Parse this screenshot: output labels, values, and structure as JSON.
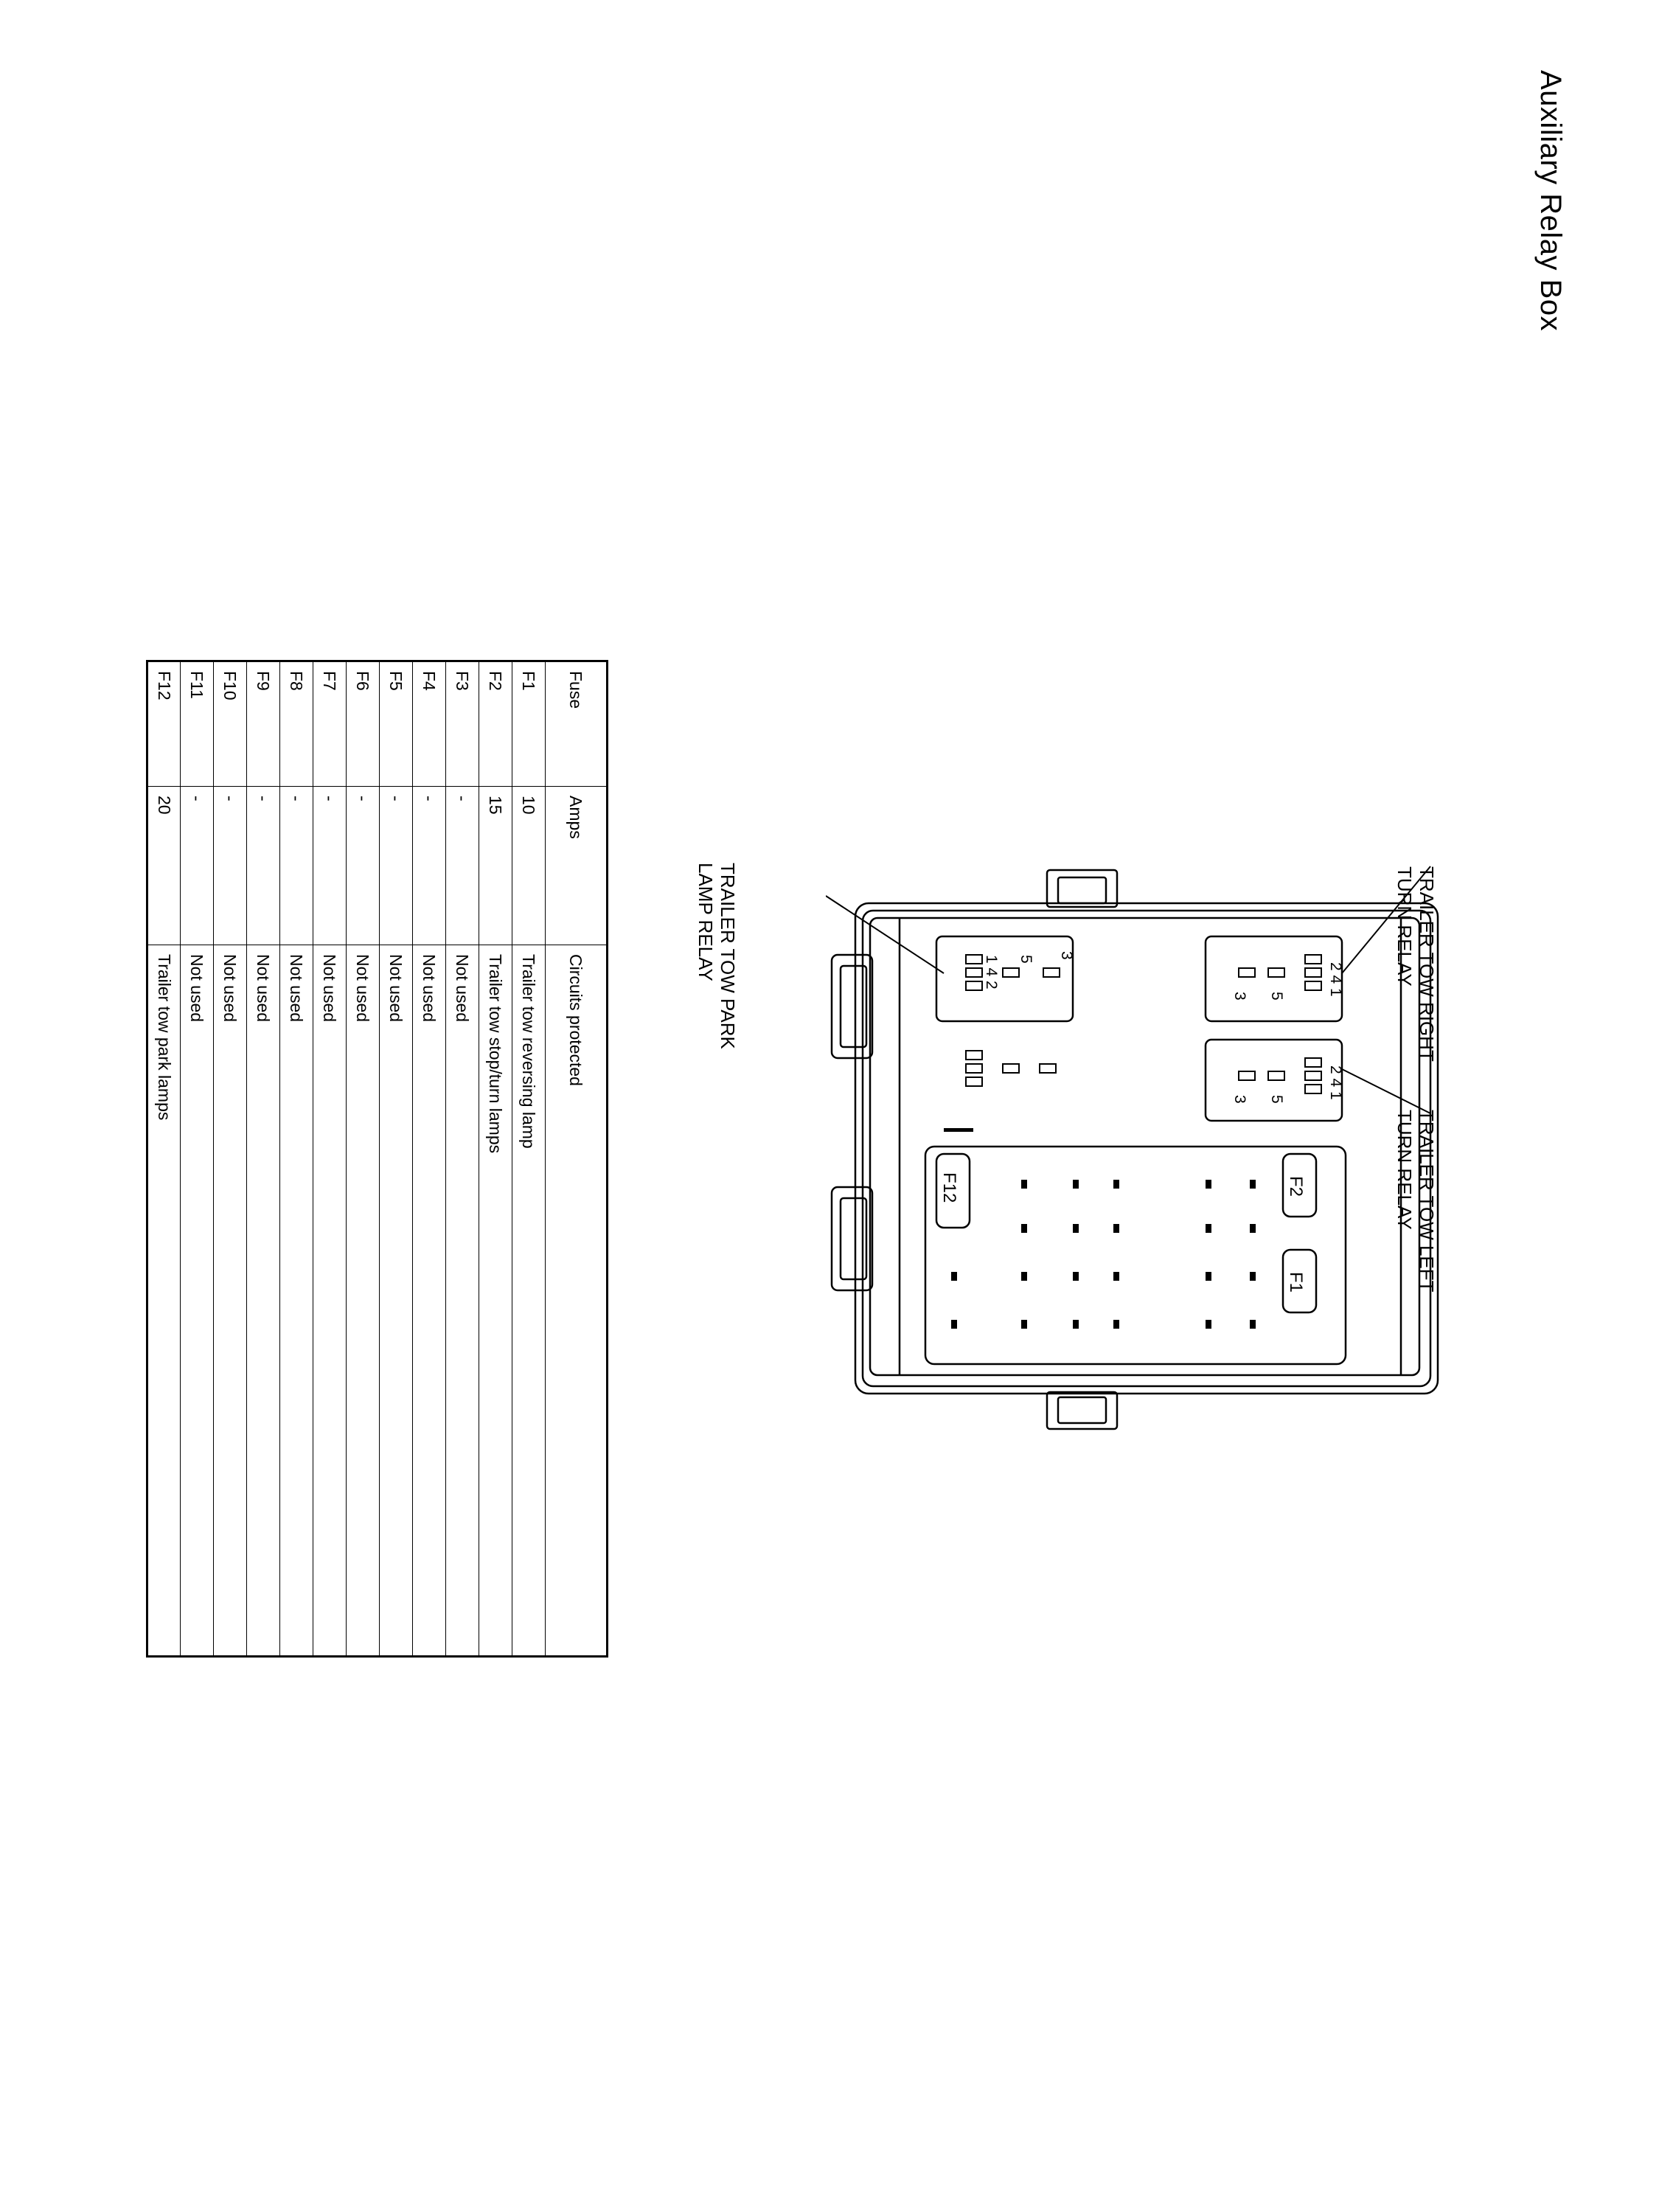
{
  "title": "Auxiliary Relay Box",
  "callouts": {
    "right_turn_relay": "TRAILER TOW RIGHT\nTURN RELAY",
    "left_turn_relay": "TRAILER TOW LEFT\nTURN RELAY",
    "park_lamp_relay": "TRAILER TOW PARK\nLAMP RELAY"
  },
  "diagram_labels": {
    "relay_pins_top": "2 4 1",
    "relay_pins_park": "1 4 2",
    "pin_3": "3",
    "pin_5": "5",
    "fuse_f1": "F1",
    "fuse_f2": "F2",
    "fuse_f12": "F12"
  },
  "table": {
    "headers": [
      "Fuse",
      "Amps",
      "Circuits protected"
    ],
    "rows": [
      [
        "F1",
        "10",
        "Trailer tow reversing lamp"
      ],
      [
        "F2",
        "15",
        "Trailer tow stop/turn lamps"
      ],
      [
        "F3",
        "-",
        "Not used"
      ],
      [
        "F4",
        "-",
        "Not used"
      ],
      [
        "F5",
        "-",
        "Not used"
      ],
      [
        "F6",
        "-",
        "Not used"
      ],
      [
        "F7",
        "-",
        "Not used"
      ],
      [
        "F8",
        "-",
        "Not used"
      ],
      [
        "F9",
        "-",
        "Not used"
      ],
      [
        "F10",
        "-",
        "Not used"
      ],
      [
        "F11",
        "-",
        "Not used"
      ],
      [
        "F12",
        "20",
        "Trailer tow park lamps"
      ]
    ]
  }
}
